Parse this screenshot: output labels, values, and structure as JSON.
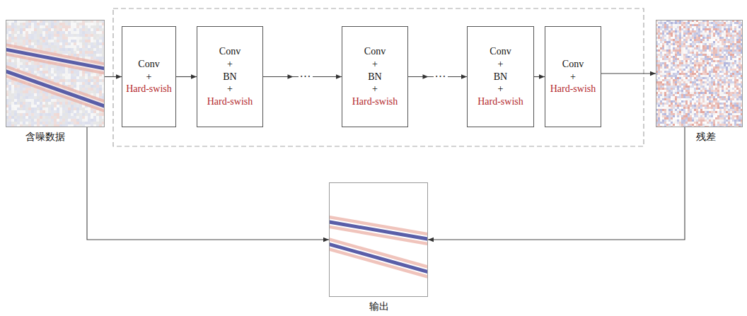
{
  "diagram": {
    "nodes": [
      {
        "text": [
          "含噪数据"
        ]
      },
      {
        "text": [
          "Conv +",
          "Hard-swish"
        ]
      },
      {
        "text": [
          "Conv + BN +",
          "Hard-swish"
        ]
      },
      {
        "text": [
          "Conv + BN +",
          "Hard-swish"
        ]
      },
      {
        "text": [
          "Conv + BN +",
          "Hard-swish"
        ]
      },
      {
        "text": [
          "Conv +",
          "Hard-swish"
        ]
      },
      {
        "text": [
          "残差"
        ]
      },
      {
        "text": [
          "输出"
        ]
      }
    ],
    "edges": [
      {
        "from": 0,
        "to": 1,
        "arrow": "to"
      },
      {
        "from": 1,
        "to": 2,
        "arrow": "to"
      },
      {
        "from": 2,
        "to": 3,
        "label": "…",
        "arrow": "to"
      },
      {
        "from": 3,
        "to": 4,
        "label": "…",
        "arrow": "to"
      },
      {
        "from": 4,
        "to": 5,
        "arrow": "to"
      },
      {
        "from": 5,
        "to": 6,
        "arrow": "to"
      },
      {
        "from": 0,
        "to": 7,
        "arrow": "to"
      },
      {
        "from": 6,
        "to": 7,
        "arrow": "to"
      }
    ]
  }
}
